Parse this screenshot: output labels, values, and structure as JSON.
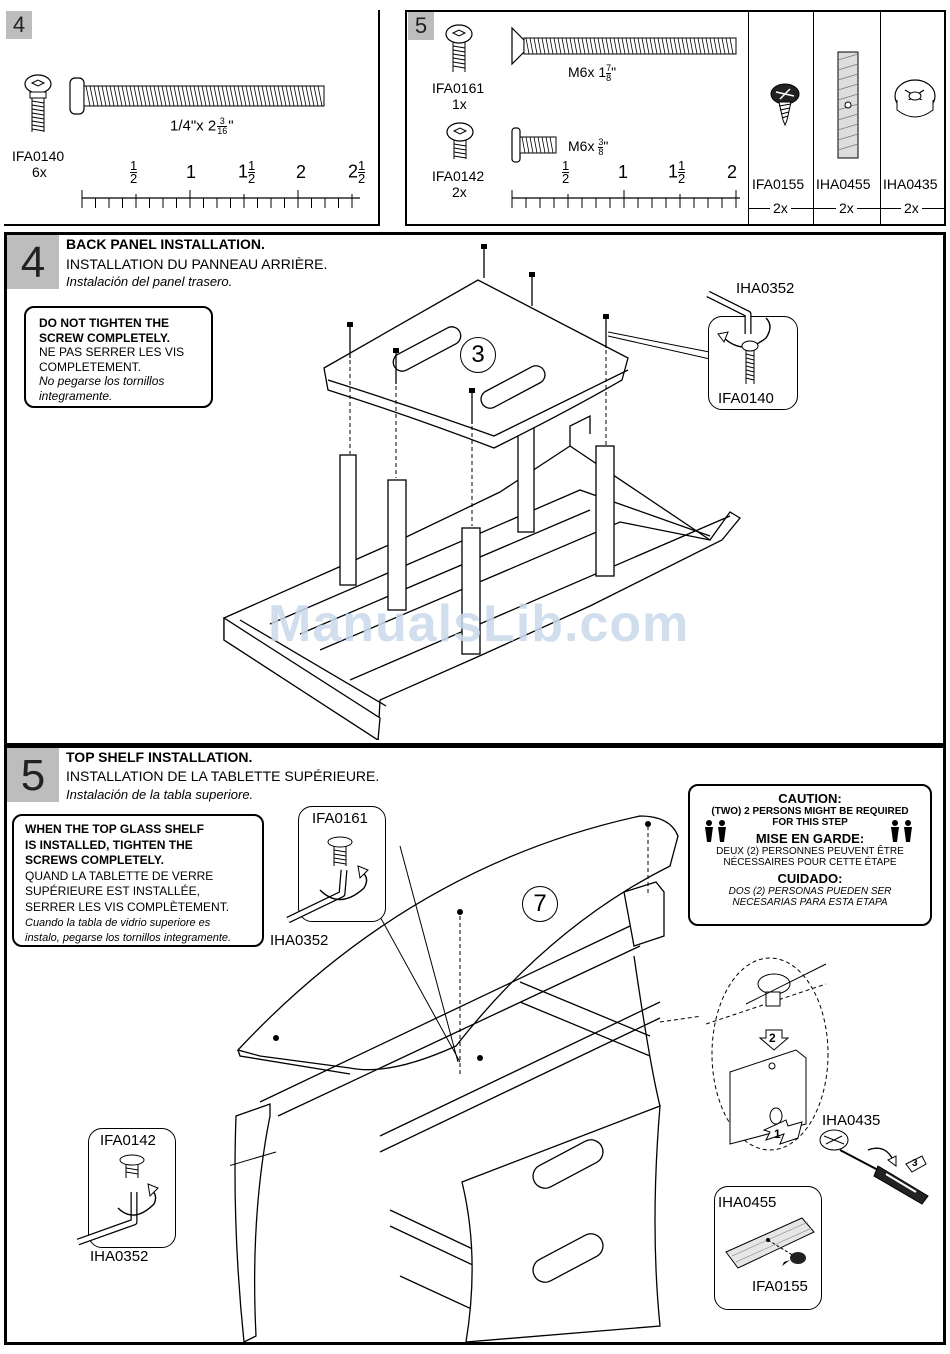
{
  "watermark": "ManualsLib.com",
  "hardware_top": {
    "panel4": {
      "number": "4",
      "part_code": "IFA0140",
      "part_qty": "6x",
      "size_prefix": "1/4\"x 2",
      "size_num": "3",
      "size_den": "16",
      "size_suffix": "\"",
      "ruler_labels": [
        "1/2",
        "1",
        "1 1/2",
        "2",
        "2 1/2"
      ]
    },
    "panel5": {
      "number": "5",
      "parts": [
        {
          "code": "IFA0161",
          "qty": "1x",
          "size_prefix": "M6x 1",
          "size_num": "7",
          "size_den": "8",
          "size_suffix": "\""
        },
        {
          "code": "IFA0142",
          "qty": "2x",
          "size_prefix": "M6x ",
          "size_num": "3",
          "size_den": "8",
          "size_suffix": "\""
        }
      ],
      "ruler_labels": [
        "1/2",
        "1",
        "1 1/2",
        "2"
      ],
      "extra_parts": [
        {
          "code": "IFA0155",
          "qty": "2x"
        },
        {
          "code": "IHA0455",
          "qty": "2x"
        },
        {
          "code": "IHA0435",
          "qty": "2x"
        }
      ]
    }
  },
  "step4": {
    "number": "4",
    "title_en": "BACK PANEL INSTALLATION.",
    "title_fr": "INSTALLATION DU PANNEAU ARRIÈRE.",
    "title_es": "Instalación del panel trasero.",
    "note": {
      "en1": "DO NOT TIGHTEN THE",
      "en2": "SCREW COMPLETELY.",
      "fr1": "NE PAS SERRER LES VIS",
      "fr2": "COMPLETEMENT.",
      "es1": "No pegarse los tornillos",
      "es2": "integramente."
    },
    "panel_label": "3",
    "tool_code": "IHA0352",
    "screw_code": "IFA0140"
  },
  "step5": {
    "number": "5",
    "title_en": "TOP SHELF INSTALLATION.",
    "title_fr": "INSTALLATION DE LA TABLETTE SUPÉRIEURE.",
    "title_es": "Instalación de la tabla superiore.",
    "note": {
      "en1": "WHEN THE TOP GLASS SHELF",
      "en2": "IS INSTALLED, TIGHTEN THE",
      "en3": "SCREWS COMPLETELY.",
      "fr1": "QUAND LA TABLETTE DE VERRE",
      "fr2": "SUPÉRIEURE EST INSTALLÉE,",
      "fr3": "SERRER LES VIS COMPLÈTEMENT.",
      "es1": "Cuando la tabla de vidrio superiore es",
      "es2": "instalo, pegarse los tornillos integramente."
    },
    "caution": {
      "h_en": "CAUTION:",
      "en1": "(TWO) 2 PERSONS MIGHT BE REQUIRED",
      "en2": "FOR THIS STEP",
      "h_fr": "MISE EN GARDE:",
      "fr1": "DEUX (2) PERSONNES PEUVENT ÊTRE",
      "fr2": "NÉCESSAIRES POUR CETTE ÉTAPE",
      "h_es": "CUIDADO:",
      "es1": "DOS (2) PERSONAS PUEDEN SER",
      "es2": "NECESARIAS PARA ESTA ETAPA"
    },
    "panel_label": "7",
    "callout_top": {
      "screw": "IFA0161",
      "tool": "IHA0352"
    },
    "callout_left": {
      "screw": "IFA0142",
      "tool": "IHA0352"
    },
    "cam_code": "IHA0435",
    "callout_right": {
      "plate": "IHA0455",
      "screw": "IFA0155"
    },
    "steps": [
      "1",
      "2",
      "3"
    ]
  }
}
